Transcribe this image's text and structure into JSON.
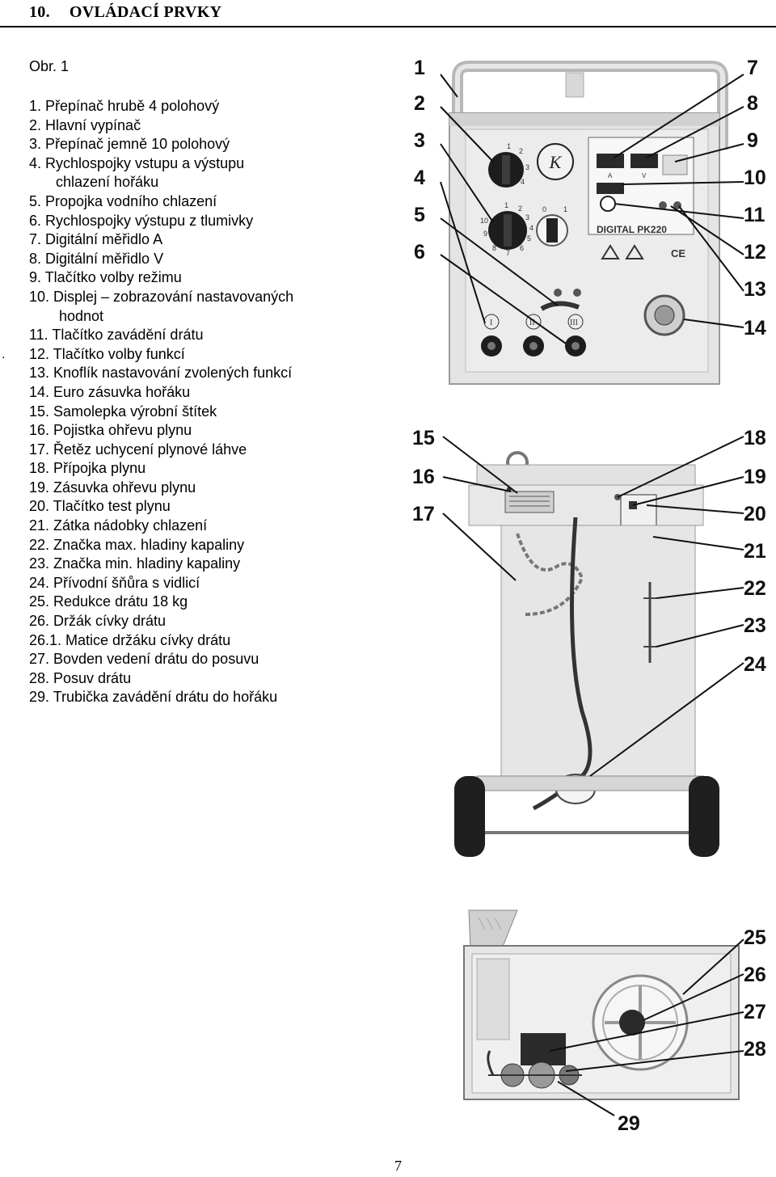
{
  "section": {
    "number": "10.",
    "title": "OVLÁDACÍ PRVKY"
  },
  "figure_label": "Obr. 1",
  "stray_mark": ".",
  "legend": [
    "1. Přepínač hrubě 4 polohový",
    "2. Hlavní vypínač",
    "3. Přepínač jemně 10 polohový",
    "4. Rychlospojky vstupu a výstupu",
    "chlazení hořáku",
    "5. Propojka vodního chlazení",
    "6. Rychlospojky výstupu z tlumivky",
    "7. Digitální měřidlo A",
    "8. Digitální měřidlo V",
    "9. Tlačítko volby režimu",
    "10. Displej – zobrazování nastavovaných",
    "hodnot",
    "11. Tlačítko zavádění drátu",
    "12. Tlačítko volby funkcí",
    "13. Knoflík nastavování zvolených funkcí",
    "14. Euro zásuvka hořáku",
    "15. Samolepka výrobní štítek",
    "16. Pojistka ohřevu plynu",
    "17. Řetěz uchycení plynové láhve",
    "18. Přípojka plynu",
    "19. Zásuvka ohřevu plynu",
    "20. Tlačítko test plynu",
    "21. Zátka nádobky  chlazení",
    "22. Značka max. hladiny kapaliny",
    "23. Značka min. hladiny kapaliny",
    "24. Přívodní šňůra s vidlicí",
    "25. Redukce drátu 18 kg",
    "26. Držák cívky drátu",
    "26.1. Matice držáku cívky drátu",
    "27. Bovden vedení drátu do posuvu",
    "28. Posuv drátu",
    "29. Trubička zavádění drátu do hořáku"
  ],
  "callouts": {
    "front_left": [
      "1",
      "2",
      "3",
      "4",
      "5",
      "6"
    ],
    "front_right": [
      "7",
      "8",
      "9",
      "10",
      "11",
      "12",
      "13",
      "14"
    ],
    "back_left": [
      "15",
      "16",
      "17"
    ],
    "back_right": [
      "18",
      "19",
      "20",
      "21",
      "22",
      "23",
      "24"
    ],
    "inside_right": [
      "25",
      "26",
      "27",
      "28"
    ],
    "inside_bottom": "29"
  },
  "panel_text": {
    "brand": "DIGITAL PK220",
    "logo_letter": "K",
    "ce": "CE",
    "coarse_positions": [
      "1",
      "2",
      "3",
      "4"
    ],
    "fine_positions": [
      "1",
      "2",
      "3",
      "4",
      "5",
      "6",
      "7",
      "8",
      "9",
      "10"
    ],
    "switch_marks": [
      "0",
      "1"
    ],
    "coolant_marks": [
      "I",
      "II",
      "III"
    ],
    "meter_units": [
      "A",
      "V"
    ]
  },
  "page_number": "7"
}
